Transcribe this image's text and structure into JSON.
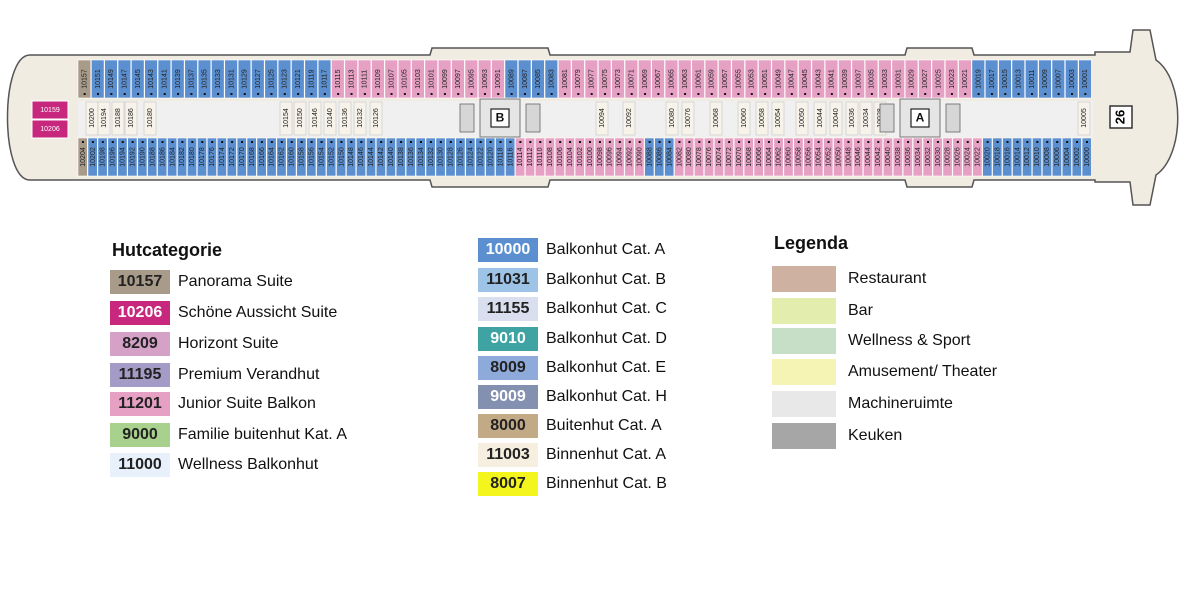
{
  "deck": {
    "number": "26",
    "stairs": [
      "A",
      "B"
    ],
    "top_row": [
      "10157",
      "10151",
      "10149",
      "10147",
      "10145",
      "10143",
      "10141",
      "10139",
      "10137",
      "10135",
      "10133",
      "10131",
      "10129",
      "10127",
      "10125",
      "10123",
      "10121",
      "10119",
      "10117",
      "10115",
      "10113",
      "10111",
      "10109",
      "10107",
      "10105",
      "10103",
      "10101",
      "10099",
      "10097",
      "10095",
      "10093",
      "10091",
      "10089",
      "10087",
      "10085",
      "10083",
      "10081",
      "10079",
      "10077",
      "10075",
      "10073",
      "10071",
      "10069",
      "10067",
      "10065",
      "10063",
      "10061",
      "10059",
      "10057",
      "10055",
      "10053",
      "10051",
      "10049",
      "10047",
      "10045",
      "10043",
      "10041",
      "10039",
      "10037",
      "10035",
      "10033",
      "10031",
      "10029",
      "10027",
      "10025",
      "10023",
      "10021",
      "10019",
      "10017",
      "10015",
      "10013",
      "10011",
      "10009",
      "10007",
      "10003",
      "10001"
    ],
    "bottom_row": [
      "10204",
      "10202",
      "10198",
      "10196",
      "10194",
      "10192",
      "10190",
      "10188",
      "10186",
      "10184",
      "10182",
      "10180",
      "10178",
      "10176",
      "10174",
      "10172",
      "10170",
      "10168",
      "10166",
      "10164",
      "10162",
      "10160",
      "10158",
      "10156",
      "10154",
      "10152",
      "10150",
      "10148",
      "10146",
      "10144",
      "10142",
      "10140",
      "10138",
      "10136",
      "10134",
      "10132",
      "10130",
      "10128",
      "10126",
      "10124",
      "10122",
      "10120",
      "10118",
      "10116",
      "10114",
      "10112",
      "10110",
      "10108",
      "10106",
      "10104",
      "10102",
      "10100",
      "10098",
      "10096",
      "10094",
      "10092",
      "10090",
      "10088",
      "10086",
      "10084",
      "10082",
      "10080",
      "10078",
      "10076",
      "10074",
      "10072",
      "10070",
      "10068",
      "10066",
      "10064",
      "10062",
      "10060",
      "10058",
      "10056",
      "10054",
      "10052",
      "10050",
      "10048",
      "10046",
      "10044",
      "10042",
      "10040",
      "10038",
      "10036",
      "10034",
      "10032",
      "10030",
      "10028",
      "10026",
      "10024",
      "10022",
      "10020",
      "10018",
      "10016",
      "10014",
      "10012",
      "10010",
      "10008",
      "10006",
      "10004",
      "10002",
      "10000"
    ],
    "stern_suites": [
      "10159",
      "10206"
    ],
    "inner_labels": [
      "10200",
      "10194",
      "10188",
      "10186",
      "10180",
      "10154",
      "10150",
      "10146",
      "10140",
      "10136",
      "10132",
      "10126",
      "10094",
      "10092",
      "10080",
      "10076",
      "10068",
      "10060",
      "10058",
      "10054",
      "10050",
      "10044",
      "10040",
      "10036",
      "10034",
      "10028",
      "10005"
    ]
  },
  "hutcategorie": {
    "title": "Hutcategorie",
    "items": [
      {
        "code": "10157",
        "label": "Panorama Suite",
        "color": "#a89b89"
      },
      {
        "code": "10206",
        "label": "Schöne Aussicht Suite",
        "color": "#c8277e"
      },
      {
        "code": "8209",
        "label": "Horizont Suite",
        "color": "#d6a1c7"
      },
      {
        "code": "11195",
        "label": "Premium Verandhut",
        "color": "#a59bc7"
      },
      {
        "code": "11201",
        "label": "Junior Suite Balkon",
        "color": "#e6a0c4"
      },
      {
        "code": "9000",
        "label": "Familie buitenhut Kat. A",
        "color": "#a9d18e"
      },
      {
        "code": "11000",
        "label": "Wellness Balkonhut",
        "color": "#e8f1fb"
      },
      {
        "code": "10000",
        "label": "Balkonhut Cat. A",
        "color": "#5b8fcf"
      },
      {
        "code": "11031",
        "label": "Balkonhut Cat. B",
        "color": "#9dc3e6"
      },
      {
        "code": "11155",
        "label": "Balkonhut Cat. C",
        "color": "#dadff0"
      },
      {
        "code": "9010",
        "label": "Balkonhut Cat. D",
        "color": "#3fa3a3"
      },
      {
        "code": "8009",
        "label": "Balkonhut Cat. E",
        "color": "#8eaadb"
      },
      {
        "code": "9009",
        "label": "Balkonhut Cat. H",
        "color": "#8490b0"
      },
      {
        "code": "8000",
        "label": "Buitenhut Cat. A",
        "color": "#c2aa86"
      },
      {
        "code": "11003",
        "label": "Binnenhut Cat. A",
        "color": "#f6efdf"
      },
      {
        "code": "8007",
        "label": "Binnenhut Cat. B",
        "color": "#f5f51e"
      }
    ]
  },
  "legenda": {
    "title": "Legenda",
    "items": [
      {
        "label": "Restaurant",
        "color": "#cfb1a1"
      },
      {
        "label": "Bar",
        "color": "#e3eeae"
      },
      {
        "label": "Wellness & Sport",
        "color": "#c6dfc6"
      },
      {
        "label": "Amusement/ Theater",
        "color": "#f6f4b4"
      },
      {
        "label": "Machineruimte",
        "color": "#e8e8e8"
      },
      {
        "label": "Keuken",
        "color": "#a6a6a6"
      }
    ]
  },
  "colors": {
    "hull": "#f1ece1",
    "hull_stroke": "#555555",
    "corridor": "#f0f0f0",
    "balcony_blue": "#5b8fcf",
    "junior_pink": "#e6a0c4",
    "panorama": "#a89b89",
    "schone": "#c8277e"
  }
}
